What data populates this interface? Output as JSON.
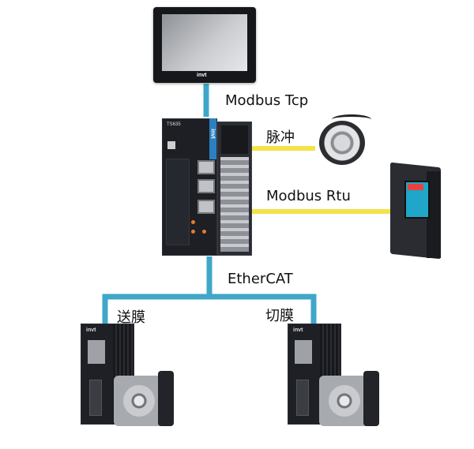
{
  "connections": {
    "hmi_link": "Modbus Tcp",
    "pulse_link": "脉冲",
    "rtu_link": "Modbus Rtu",
    "bus_link": "EtherCAT"
  },
  "devices": {
    "hmi": {
      "logo": "invt"
    },
    "plc": {
      "model": "TS635",
      "logo": "invt"
    },
    "servo_left": {
      "caption": "送膜",
      "logo": "invt"
    },
    "servo_right": {
      "caption": "切膜",
      "logo": "invt"
    }
  },
  "colors": {
    "ethernet_line": "#3fa7c9",
    "serial_line": "#f4e24a",
    "plc_accent": "#2c7fc1"
  }
}
